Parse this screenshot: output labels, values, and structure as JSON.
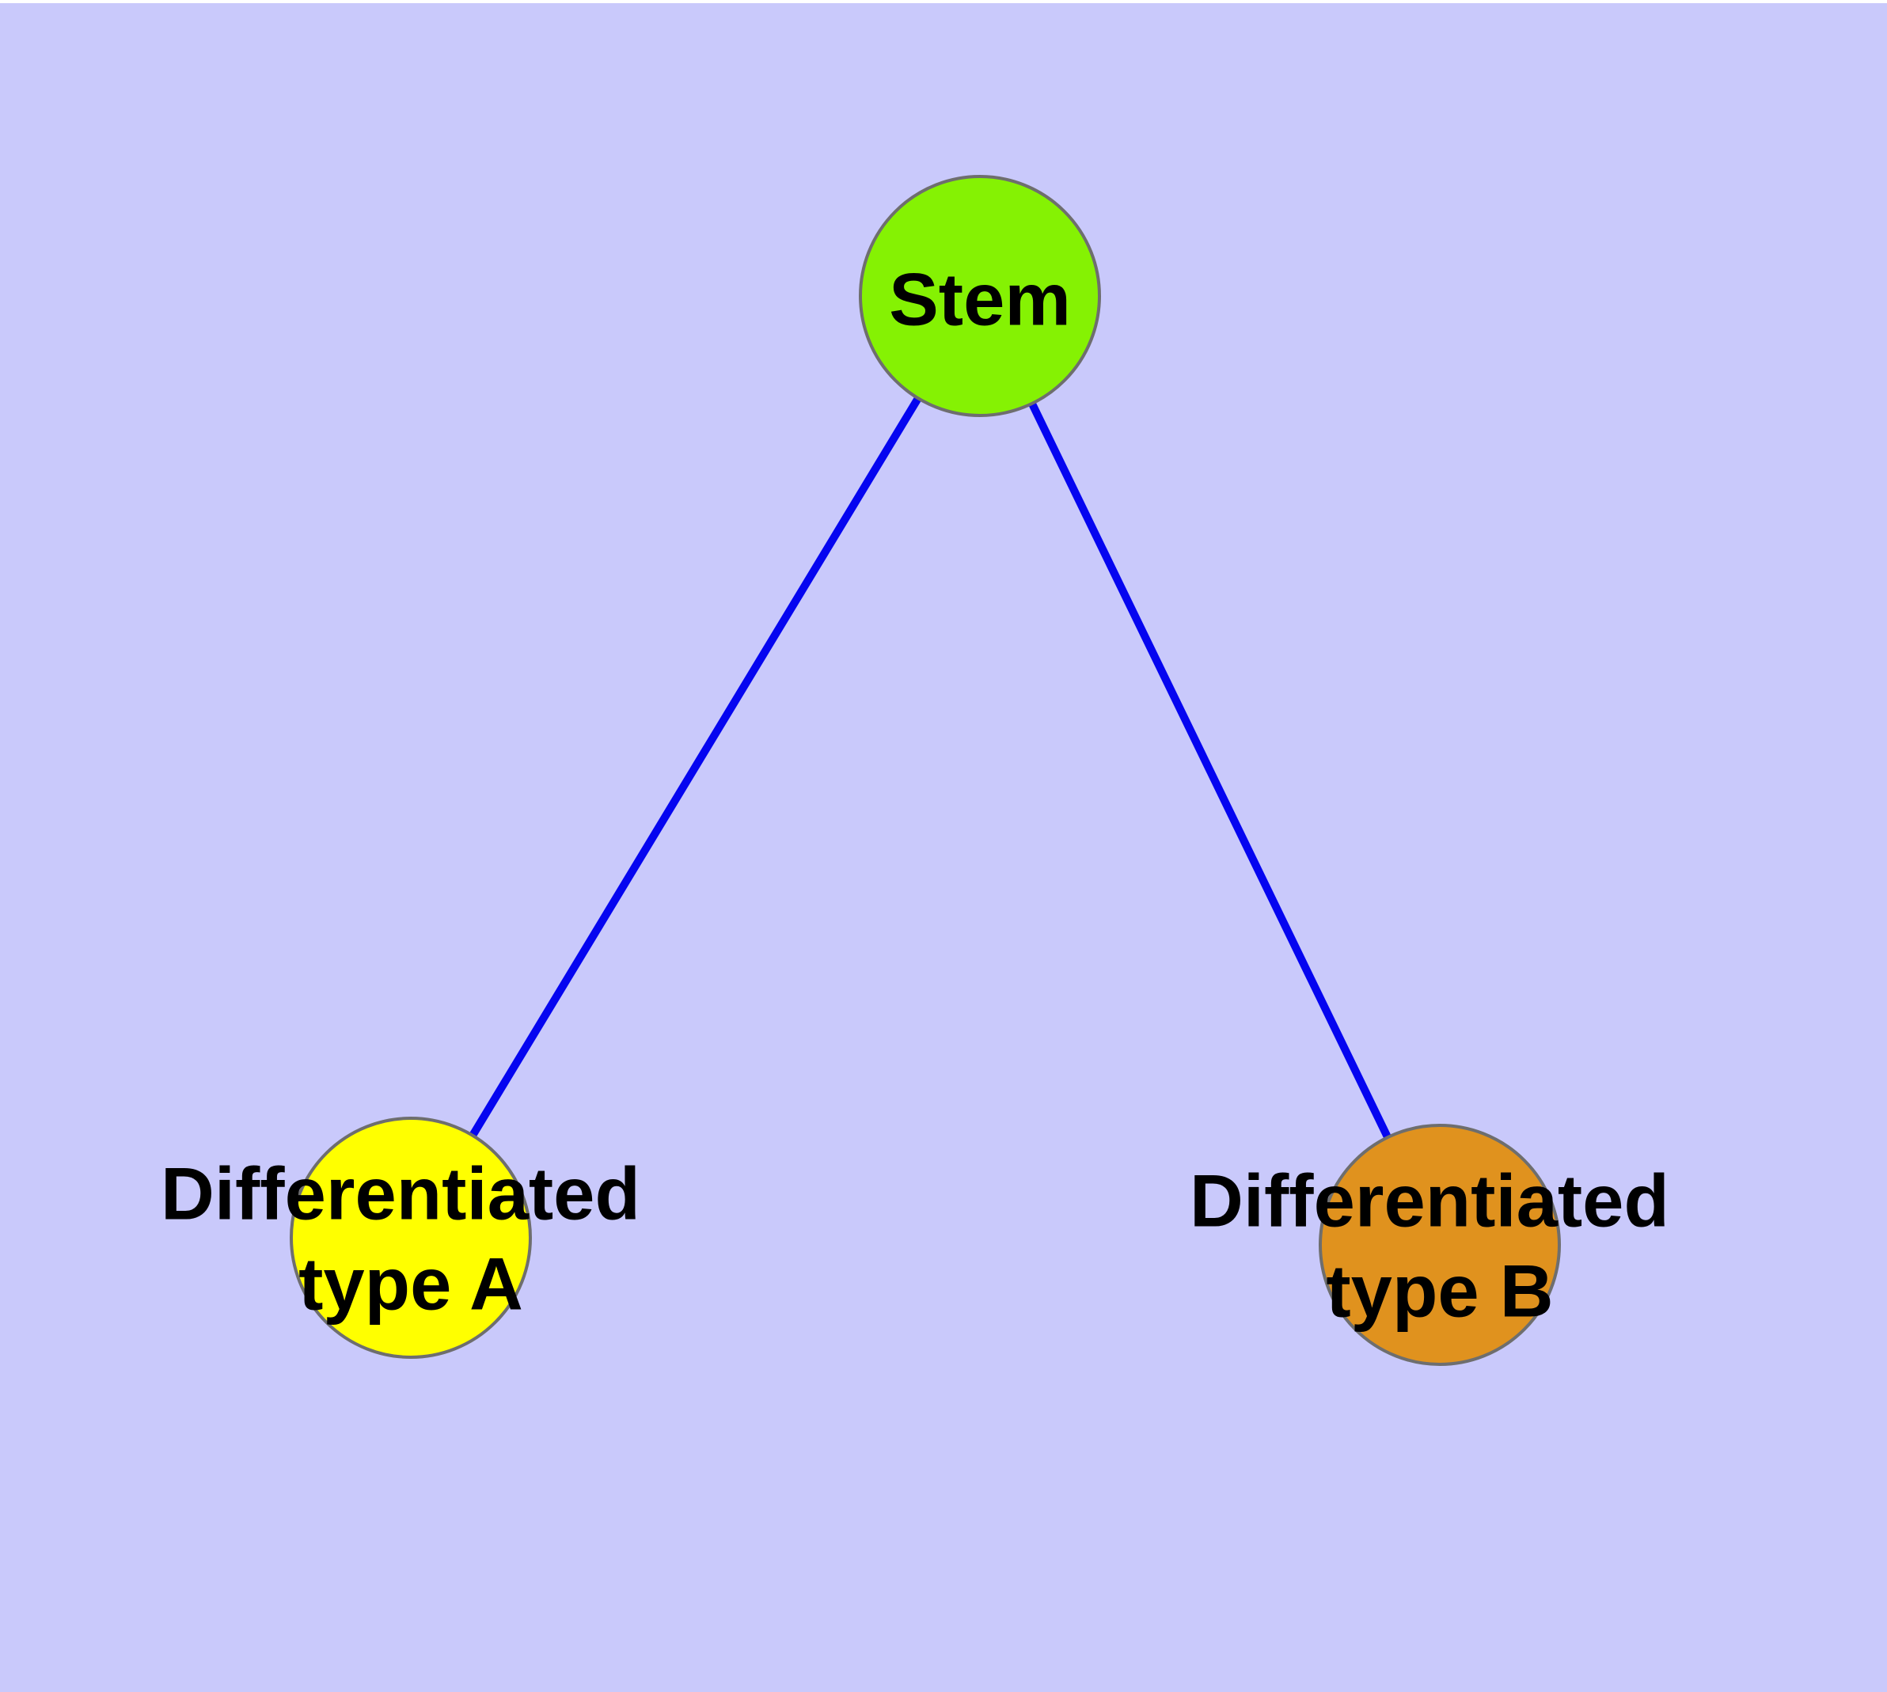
{
  "diagram": {
    "type": "node-link-graph",
    "background_color": "#C9C9FB",
    "top_edge_strip_color": "#FFFFFF",
    "edge_color": "#0505F0",
    "node_border_color": "#6E6E6E",
    "label_color": "#000000",
    "nodes": [
      {
        "id": "stem",
        "label": "Stem",
        "label_lines": [
          "Stem"
        ],
        "fill": "#85F203"
      },
      {
        "id": "differentiated-type-a",
        "label": "Differentiated type A",
        "label_lines": [
          "Differentiated",
          "type A"
        ],
        "fill": "#FFFF00"
      },
      {
        "id": "differentiated-type-b",
        "label": "Differentiated type B",
        "label_lines": [
          "Differentiated",
          "type B"
        ],
        "fill": "#E0921E"
      }
    ],
    "edges": [
      {
        "from": "stem",
        "to": "differentiated-type-a"
      },
      {
        "from": "stem",
        "to": "differentiated-type-b"
      }
    ]
  }
}
